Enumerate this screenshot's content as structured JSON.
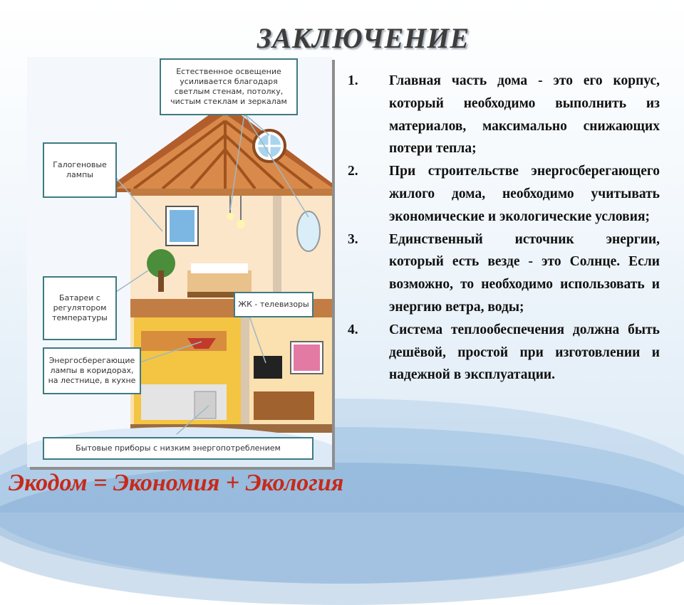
{
  "title": "ЗАКЛЮЧЕНИЕ",
  "illustration": {
    "callouts": {
      "natural_light": "Естественное освещение усиливается благодаря светлым стенам, потолку, чистым стеклам и зеркалам",
      "halogen": "Галогеновые лампы",
      "batteries": "Батареи с регулятором температуры",
      "lcd_tv": "ЖК - телевизоры",
      "energy_lamps": "Энергосберегающие лампы в коридорах, на лестнице, в кухне",
      "appliances": "Бытовые приборы с низким энергопотреблением"
    }
  },
  "list": [
    {
      "num": "1.",
      "text": "Главная часть дома - это его корпус, который необходимо выполнить из материалов, максимально снижающих потери тепла;"
    },
    {
      "num": "2.",
      "text": "При строительстве энергосберегающего жилого дома, необходимо учитывать экономические и экологические условия;"
    },
    {
      "num": "3.",
      "text": "Единственный источник энергии, который есть везде - это Солнце. Если возможно, то необходимо использовать и энергию ветра, воды;"
    },
    {
      "num": "4.",
      "text": "Система теплообеспечения должна быть дешёвой, простой при изготовлении и надежной в эксплуатации."
    }
  ],
  "footer": "Экодом = Экономия + Экология"
}
